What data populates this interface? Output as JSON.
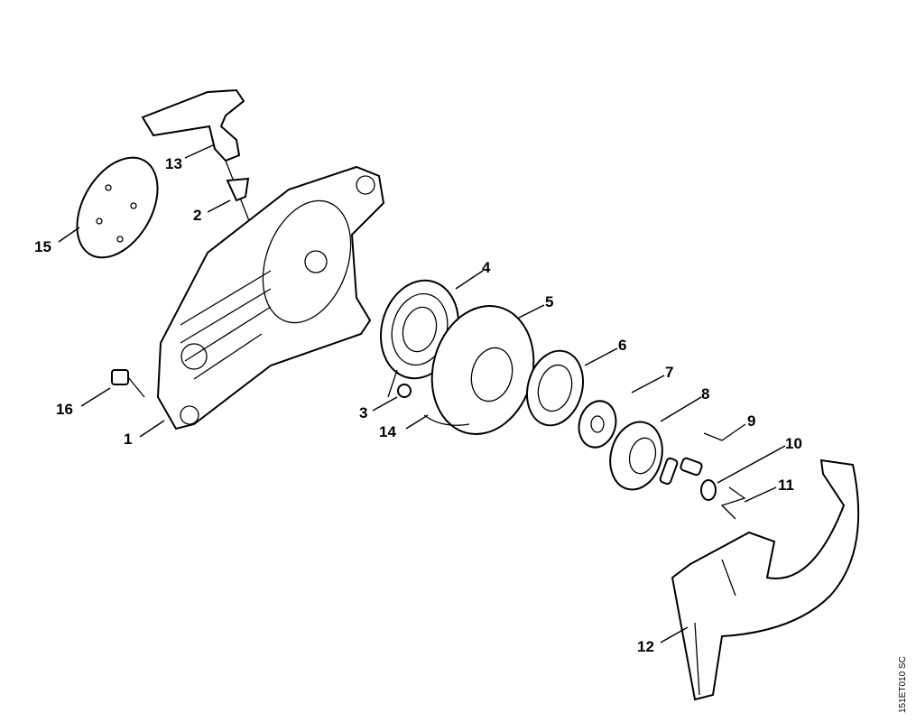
{
  "diagram": {
    "drawing_code": "151ET010 SC",
    "callouts": [
      {
        "id": "1",
        "label": "1"
      },
      {
        "id": "2",
        "label": "2"
      },
      {
        "id": "3",
        "label": "3"
      },
      {
        "id": "4",
        "label": "4"
      },
      {
        "id": "5",
        "label": "5"
      },
      {
        "id": "6",
        "label": "6"
      },
      {
        "id": "7",
        "label": "7"
      },
      {
        "id": "8",
        "label": "8"
      },
      {
        "id": "9",
        "label": "9"
      },
      {
        "id": "10",
        "label": "10"
      },
      {
        "id": "11",
        "label": "11"
      },
      {
        "id": "12",
        "label": "12"
      },
      {
        "id": "13",
        "label": "13"
      },
      {
        "id": "14",
        "label": "14"
      },
      {
        "id": "15",
        "label": "15"
      },
      {
        "id": "16",
        "label": "16"
      }
    ]
  }
}
